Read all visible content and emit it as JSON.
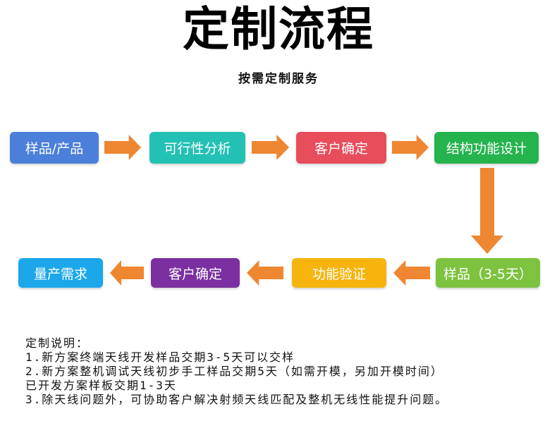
{
  "title": "定制流程",
  "subtitle": "按需定制服务",
  "steps": [
    {
      "label": "样品/产品",
      "color": "#4b7fd9"
    },
    {
      "label": "可行性分析",
      "color": "#23c1b3"
    },
    {
      "label": "客户确定",
      "color": "#e84d5b"
    },
    {
      "label": "结构功能设计",
      "color": "#25b34d"
    },
    {
      "label": "样品（3-5天）",
      "color": "#7dc340"
    },
    {
      "label": "功能验证",
      "color": "#f6b40d"
    },
    {
      "label": "客户确定",
      "color": "#7b2fa0"
    },
    {
      "label": "量产需求",
      "color": "#1ba7e9"
    }
  ],
  "arrow_color": "#ef8631",
  "notes": {
    "heading": "定制说明：",
    "lines": [
      "1.新方案终端天线开发样品交期3-5天可以交样",
      "2.新方案整机调试天线初步手工样品交期5天（如需开模，另加开模时间）",
      "已开发方案样板交期1-3天",
      "3.除天线问题外，可协助客户解决射频天线匹配及整机无线性能提升问题。"
    ]
  }
}
